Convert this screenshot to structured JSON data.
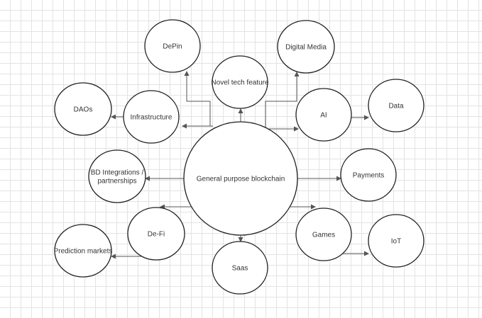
{
  "diagram": {
    "nodes": [
      {
        "id": "central",
        "label": [
          "General purpose blockchain"
        ]
      },
      {
        "id": "depin",
        "label": [
          "DePin"
        ]
      },
      {
        "id": "digital-media",
        "label": [
          "Digital Media"
        ]
      },
      {
        "id": "novel-tech",
        "label": [
          "Novel tech feature"
        ]
      },
      {
        "id": "daos",
        "label": [
          "DAOs"
        ]
      },
      {
        "id": "infrastructure",
        "label": [
          "Infrastructure"
        ]
      },
      {
        "id": "ai",
        "label": [
          "AI"
        ]
      },
      {
        "id": "data",
        "label": [
          "Data"
        ]
      },
      {
        "id": "bd-integrations",
        "label": [
          "BD Integrations /",
          "partnerships"
        ]
      },
      {
        "id": "payments",
        "label": [
          "Payments"
        ]
      },
      {
        "id": "defi",
        "label": [
          "De-Fi"
        ]
      },
      {
        "id": "games",
        "label": [
          "Games"
        ]
      },
      {
        "id": "iot",
        "label": [
          "IoT"
        ]
      },
      {
        "id": "prediction-markets",
        "label": [
          "Prediction markets"
        ]
      },
      {
        "id": "saas",
        "label": [
          "Saas"
        ]
      }
    ],
    "edges": [
      {
        "from": "central",
        "to": "novel-tech"
      },
      {
        "from": "central",
        "to": "infrastructure"
      },
      {
        "from": "central",
        "to": "depin"
      },
      {
        "from": "central",
        "to": "digital-media"
      },
      {
        "from": "central",
        "to": "ai"
      },
      {
        "from": "central",
        "to": "bd-integrations"
      },
      {
        "from": "central",
        "to": "payments"
      },
      {
        "from": "central",
        "to": "defi"
      },
      {
        "from": "central",
        "to": "games"
      },
      {
        "from": "central",
        "to": "saas"
      },
      {
        "from": "infrastructure",
        "to": "daos"
      },
      {
        "from": "ai",
        "to": "data"
      },
      {
        "from": "defi",
        "to": "prediction-markets"
      },
      {
        "from": "games",
        "to": "iot"
      }
    ]
  }
}
